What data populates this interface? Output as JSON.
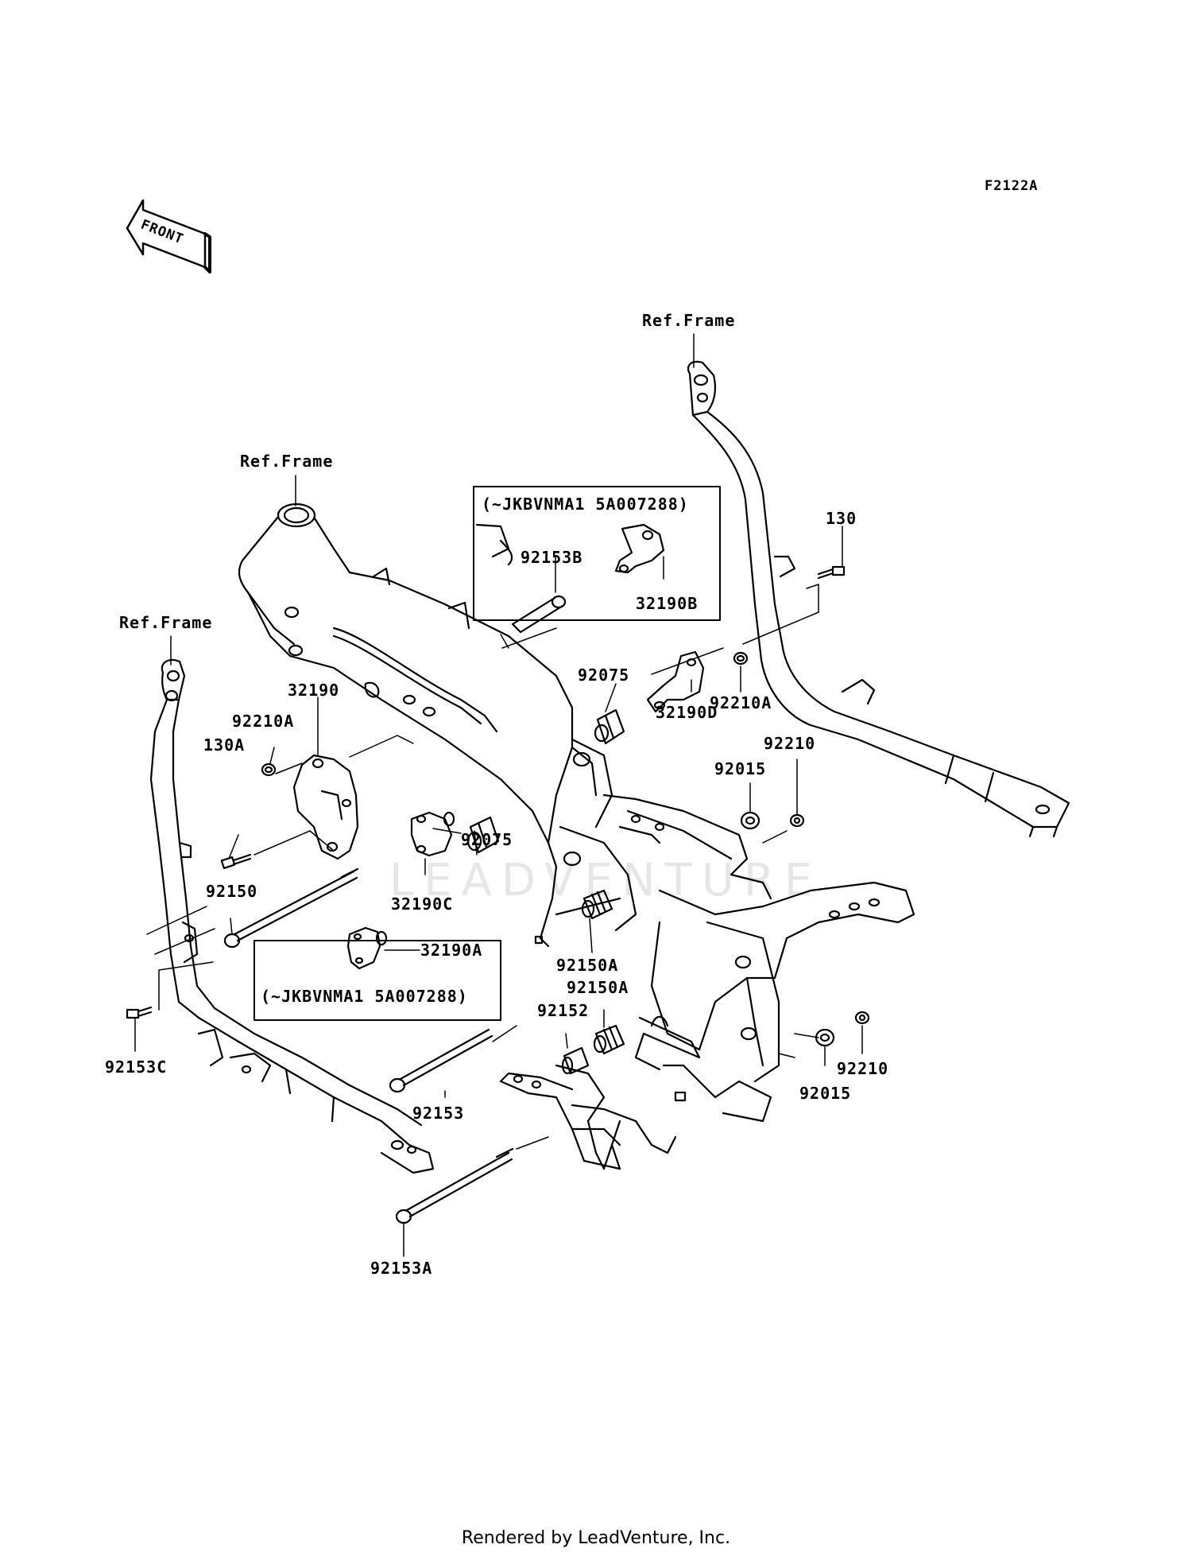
{
  "diagram_code": "F2122A",
  "front_label": "FRONT",
  "watermark_text": "LEADVENTURE",
  "footer_text": "Rendered by LeadVenture, Inc.",
  "ref_frame_top_right": "Ref.Frame",
  "ref_frame_center": "Ref.Frame",
  "ref_frame_left": "Ref.Frame",
  "box_top_condition": "(~JKBVNMA1 5A007288)",
  "box_bottom_condition": "(~JKBVNMA1 5A007288)",
  "parts": {
    "p32190B": "32190B",
    "p92153B": "92153B",
    "p130": "130",
    "p32190": "32190",
    "p92075_top": "92075",
    "p92210A_right": "92210A",
    "p92210A_left": "92210A",
    "p32190D": "32190D",
    "p92210_top": "92210",
    "p130A": "130A",
    "p92015_top": "92015",
    "p92075_bottom": "92075",
    "p92150": "92150",
    "p32190C": "32190C",
    "p32190A": "32190A",
    "p92150A_upper": "92150A",
    "p92150A_lower": "92150A",
    "p92152": "92152",
    "p92153C": "92153C",
    "p92210_bottom": "92210",
    "p92015_bottom": "92015",
    "p92153": "92153",
    "p92153A": "92153A"
  },
  "colors": {
    "line": "#000000",
    "background": "#ffffff",
    "watermark": "#e6e6e6"
  }
}
